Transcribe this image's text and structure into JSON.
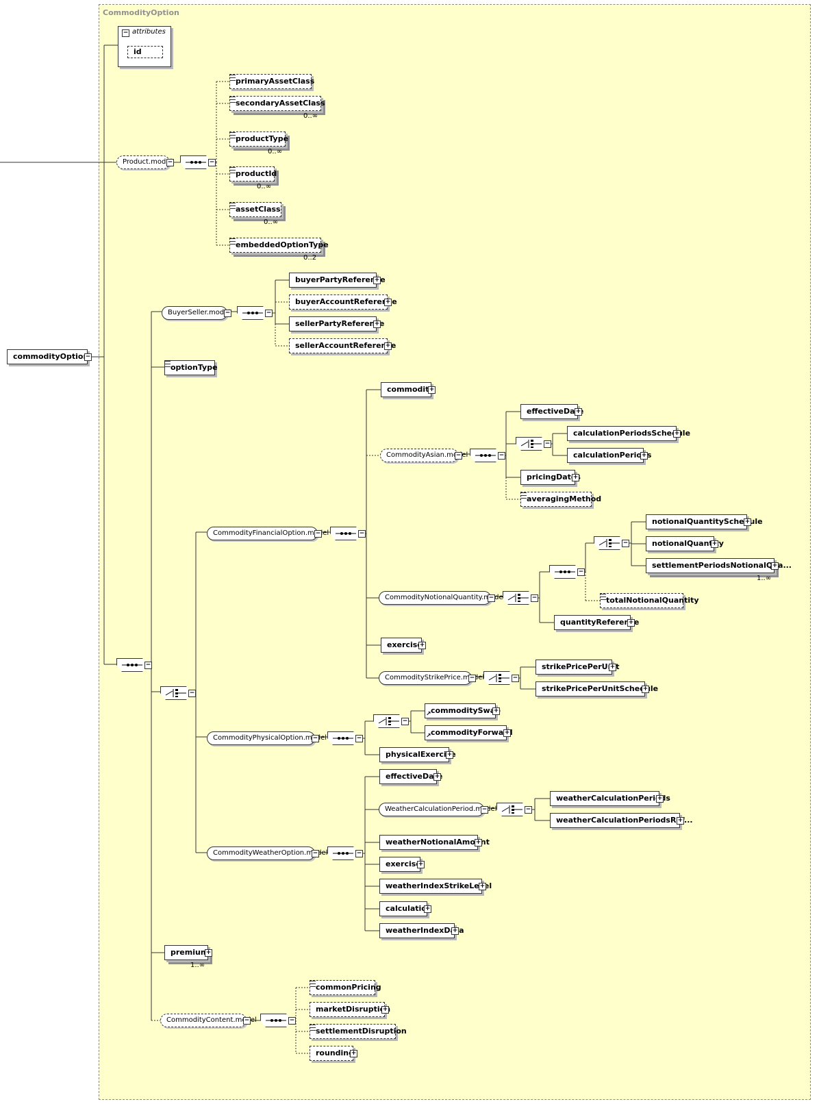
{
  "component_title": "CommodityOption",
  "attributes": {
    "title": "attributes",
    "items": [
      "id"
    ]
  },
  "root": {
    "label": "commodityOption"
  },
  "nodes": {
    "primaryAssetClass": {
      "label": "primaryAssetClass"
    },
    "secondaryAssetClass": {
      "label": "secondaryAssetClass",
      "card": "0..∞"
    },
    "productType": {
      "label": "productType",
      "card": "0..∞"
    },
    "productId": {
      "label": "productId",
      "card": "0..∞"
    },
    "assetClass": {
      "label": "assetClass",
      "card": "0..∞"
    },
    "embeddedOptionType": {
      "label": "embeddedOptionType",
      "card": "0..2"
    },
    "productModel": {
      "label": "Product.model"
    },
    "buyerSellerModel": {
      "label": "BuyerSeller.model"
    },
    "buyerPartyReference": {
      "label": "buyerPartyReference"
    },
    "buyerAccountReference": {
      "label": "buyerAccountReference"
    },
    "sellerPartyReference": {
      "label": "sellerPartyReference"
    },
    "sellerAccountReference": {
      "label": "sellerAccountReference"
    },
    "optionType": {
      "label": "optionType"
    },
    "commodity": {
      "label": "commodity"
    },
    "commodityAsianModel": {
      "label": "CommodityAsian.model"
    },
    "effectiveDate1": {
      "label": "effectiveDate"
    },
    "calculationPeriodsSchedule": {
      "label": "calculationPeriodsSchedule"
    },
    "calculationPeriods": {
      "label": "calculationPeriods"
    },
    "pricingDates": {
      "label": "pricingDates"
    },
    "averagingMethod": {
      "label": "averagingMethod"
    },
    "commodityFinancialOptionModel": {
      "label": "CommodityFinancialOption.model"
    },
    "notionalQuantitySchedule": {
      "label": "notionalQuantitySchedule"
    },
    "notionalQuantity": {
      "label": "notionalQuantity"
    },
    "settlementPeriodsNotionalQua": {
      "label": "settlementPeriodsNotionalQua...",
      "card": "1..∞"
    },
    "totalNotionalQuantity": {
      "label": "totalNotionalQuantity"
    },
    "commodityNotionalQuantityModel": {
      "label": "CommodityNotionalQuantity.model"
    },
    "quantityReference": {
      "label": "quantityReference"
    },
    "exercise1": {
      "label": "exercise"
    },
    "commodityStrikePriceModel": {
      "label": "CommodityStrikePrice.model"
    },
    "strikePricePerUnit": {
      "label": "strikePricePerUnit"
    },
    "strikePricePerUnitSchedule": {
      "label": "strikePricePerUnitSchedule"
    },
    "commoditySwap": {
      "label": "commoditySwap"
    },
    "commodityForward": {
      "label": "commodityForward"
    },
    "commodityPhysicalOptionModel": {
      "label": "CommodityPhysicalOption.model"
    },
    "physicalExercise": {
      "label": "physicalExercise"
    },
    "effectiveDate2": {
      "label": "effectiveDate"
    },
    "weatherCalculationPeriodModel": {
      "label": "WeatherCalculationPeriod.model"
    },
    "weatherCalculationPeriods": {
      "label": "weatherCalculationPeriods"
    },
    "weatherCalculationPeriodsRef": {
      "label": "weatherCalculationPeriodsRef..."
    },
    "commodityWeatherOptionModel": {
      "label": "CommodityWeatherOption.model"
    },
    "weatherNotionalAmount": {
      "label": "weatherNotionalAmount"
    },
    "exercise2": {
      "label": "exercise"
    },
    "weatherIndexStrikeLevel": {
      "label": "weatherIndexStrikeLevel"
    },
    "calculation": {
      "label": "calculation"
    },
    "weatherIndexData": {
      "label": "weatherIndexData"
    },
    "premium": {
      "label": "premium",
      "card": "1..∞"
    },
    "commodityContentModel": {
      "label": "CommodityContent.model"
    },
    "commonPricing": {
      "label": "commonPricing"
    },
    "marketDisruption": {
      "label": "marketDisruption"
    },
    "settlementDisruption": {
      "label": "settlementDisruption"
    },
    "rounding": {
      "label": "rounding"
    }
  }
}
